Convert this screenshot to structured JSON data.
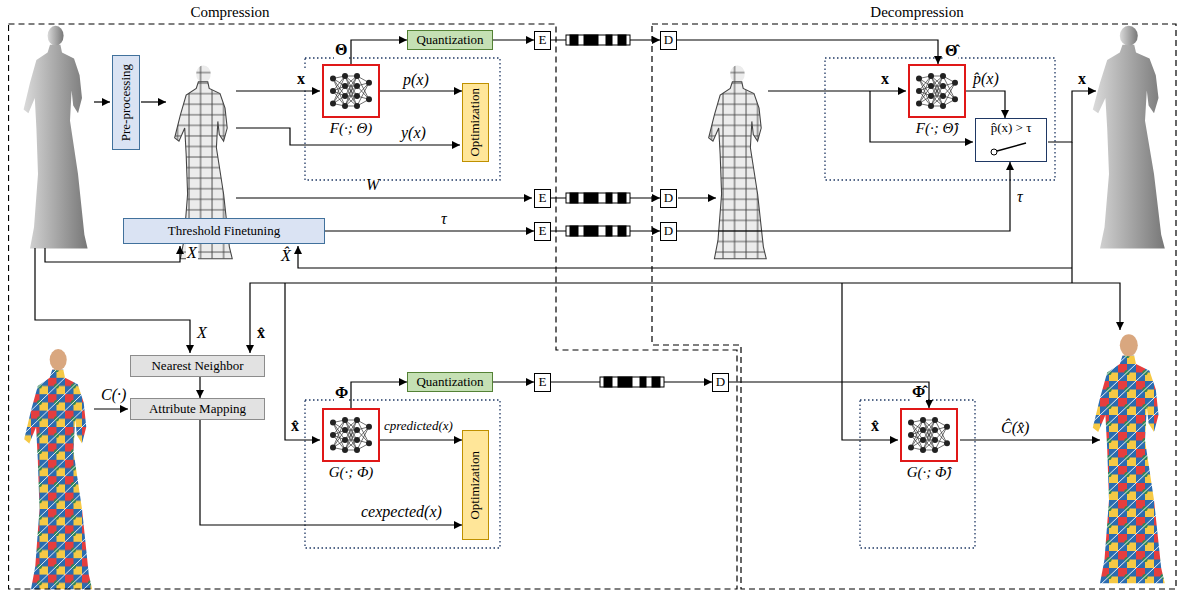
{
  "diagram": {
    "nodes": [
      {
        "text": [
          "Compression"
        ]
      },
      {
        "text": [
          "Decompression"
        ]
      },
      {
        "text": [
          "Pre-processing"
        ],
        "in": 0
      },
      {
        "text": [
          "Quantization"
        ],
        "in": 0
      },
      {
        "text": [
          "E"
        ],
        "in": 0
      },
      {
        "text": [
          "D"
        ],
        "in": 1
      },
      {
        "text": [
          "F(·; Θ)"
        ],
        "in": 0
      },
      {
        "text": [
          "Optimization"
        ],
        "in": 0
      },
      {
        "text": [
          "E"
        ],
        "in": 0
      },
      {
        "text": [
          "D"
        ],
        "in": 1
      },
      {
        "text": [
          "Threshold Finetuning"
        ],
        "in": 0
      },
      {
        "text": [
          "E"
        ],
        "in": 0
      },
      {
        "text": [
          "D"
        ],
        "in": 1
      },
      {
        "text": [
          "F(·; Θ̂)"
        ],
        "in": 1
      },
      {
        "text": [
          "p̂(x) > τ"
        ],
        "in": 1
      },
      {
        "text": [
          "Nearest Neighbor"
        ],
        "in": 0
      },
      {
        "text": [
          "Attribute Mapping"
        ],
        "in": 0
      },
      {
        "text": [
          "G(·; Φ)"
        ],
        "in": 0
      },
      {
        "text": [
          "Quantization"
        ],
        "in": 0
      },
      {
        "text": [
          "E"
        ],
        "in": 0
      },
      {
        "text": [
          "Optimization"
        ],
        "in": 0
      },
      {
        "text": [
          "D"
        ],
        "in": 0
      },
      {
        "text": [
          "G(·; Φ̂)"
        ],
        "in": 1
      }
    ],
    "edges": [
      {
        "from": 6,
        "to": 3,
        "label": "Θ",
        "arrow": "to"
      },
      {
        "from": 3,
        "to": 4,
        "arrow": "to"
      },
      {
        "from": 4,
        "to": 5,
        "arrow": "to"
      },
      {
        "from": 5,
        "to": 13,
        "label": "Θ̂",
        "arrow": "to"
      },
      {
        "from": 6,
        "to": 7,
        "label": "p(x)",
        "arrow": "to"
      },
      {
        "from": 8,
        "to": 9,
        "arrow": "to"
      },
      {
        "from": 10,
        "to": 11,
        "label": "τ",
        "arrow": "to"
      },
      {
        "from": 11,
        "to": 12,
        "arrow": "to"
      },
      {
        "from": 12,
        "to": 14,
        "label": "τ",
        "arrow": "to"
      },
      {
        "from": 13,
        "to": 14,
        "label": "p̂(x)",
        "arrow": "to"
      },
      {
        "from": 15,
        "to": 16,
        "arrow": "to"
      },
      {
        "from": 17,
        "to": 20,
        "label": "cpredicted(x)",
        "arrow": "to"
      },
      {
        "from": 16,
        "to": 20,
        "label": "cexpected(x)",
        "arrow": "to"
      },
      {
        "from": 17,
        "to": 18,
        "label": "Φ",
        "arrow": "to"
      },
      {
        "from": 18,
        "to": 19,
        "arrow": "to"
      },
      {
        "from": 19,
        "to": 21,
        "arrow": "to"
      },
      {
        "from": 21,
        "to": 22,
        "label": "Φ̂",
        "arrow": "to"
      }
    ],
    "labels": [
      "x",
      "y(x)",
      "W",
      "x",
      "x",
      "X",
      "X̂",
      "X",
      "x̂",
      "C(·)",
      "x̂",
      "x̂",
      "Ĉ(x̂)"
    ]
  }
}
